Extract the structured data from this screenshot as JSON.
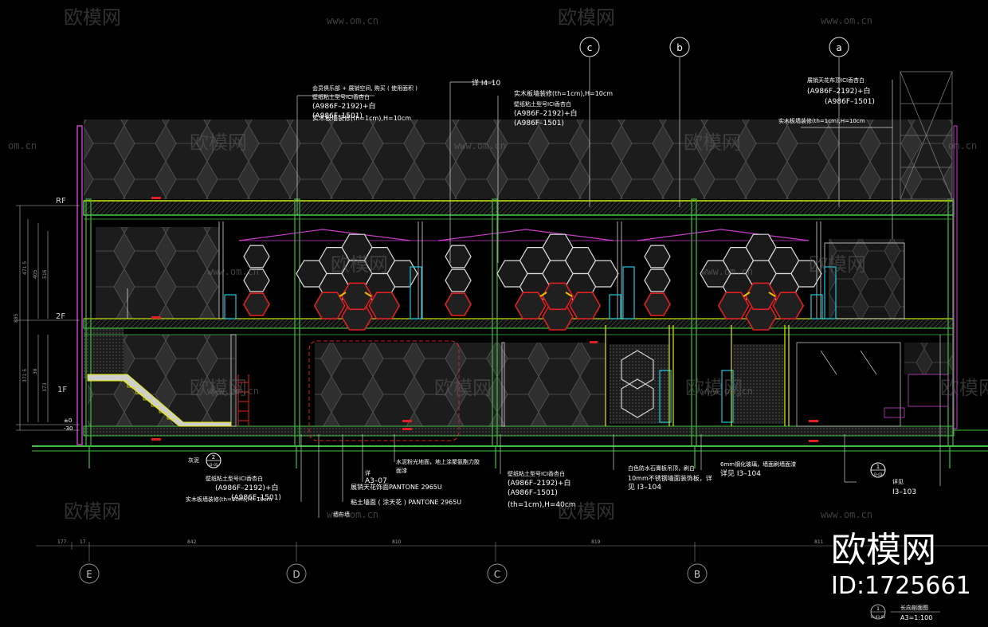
{
  "watermark": {
    "brand": "欧模网",
    "url": "www.om.cn",
    "url_short": "om.cn"
  },
  "corner_brand": {
    "name": "欧模网",
    "id": "ID:1725661"
  },
  "levels": {
    "roof": "RF",
    "second": "2F",
    "first": "1F",
    "first_elev": "±0",
    "ground_elev": "-30"
  },
  "grid_top": [
    "c",
    "b",
    "a"
  ],
  "grid_bottom": [
    "E",
    "D",
    "C",
    "B"
  ],
  "dimensions_bottom": [
    "177",
    "17",
    "842",
    "810",
    "819",
    "811"
  ],
  "dimensions_left": [
    "471 5",
    "405",
    "516",
    "885",
    "371 5",
    "38",
    "373"
  ],
  "annotations": {
    "top_a1": "会员俱乐部 + 展销空间, 购买 ( 使用面积 )",
    "top_a2": "壁纸粘土型号ICI香杏白",
    "top_a3": "(A986F–2192)+白",
    "top_a4": "(A986F–1501)",
    "top_a5": "实木板墙装修(th=1cm),H=10cm",
    "top_b1": "详 I4–10",
    "top_b2": "实木板墙装修(th=1cm),H=10cm",
    "top_b3": "壁纸粘土型号ICI香杏白",
    "top_b4": "(A986F–2192)+白",
    "top_b5": "(A986F–1501)",
    "top_c1": "展销天花布顶ICI香杏白",
    "top_c2": "(A986F–2192)+白",
    "top_c3": "(A986F–1501)",
    "top_c4": "实木板墙装修(th=1cm),H=10cm",
    "bot_a0": "灰泥",
    "bot_a1": "壁纸粘土型号ICI香杏白",
    "bot_a2": "(A986F–2192)+白",
    "bot_a3": "(A986F–1501)",
    "bot_a4": "实木板墙装修(th=1cm),H=10cm",
    "bot_b1": "详",
    "bot_b2": "A3–07",
    "bot_b3": "展销天花饰面PANTONE 2965U",
    "bot_b4": "粘土墙面 ( 涂天花 ) PANTONE 2965U",
    "bot_b5": "墙布墙",
    "bot_b6": "水泥粉光地面，地上涂聚氨酯力胶",
    "bot_b7": "面漆",
    "bot_c1": "壁纸粘土型号ICI香杏白",
    "bot_c2": "(A986F–2192)+白",
    "bot_c3": "(A986F–1501)",
    "bot_c4": "(th=1cm),H=40cm",
    "bot_d1": "白色防水石膏板吊顶，刷白",
    "bot_d2": "10mm不锈钢墙面装饰板，详",
    "bot_d3": "见 I3–104",
    "bot_e1": "6mm钢化玻璃，墙面刷墙面漆",
    "bot_e2": "详见 I3–104",
    "bot_e3": "详见",
    "bot_e4": "I3–103"
  },
  "section_marks": {
    "left_num": "2",
    "left_ref": "I3–05",
    "right_num": "1",
    "right_ref": "I3–03"
  },
  "title_block": {
    "num": "1",
    "ref": "I3–03–03",
    "title": "长向剖面图",
    "scale": "A3=1:100"
  },
  "colors": {
    "green": "#3fbf3f",
    "yellow": "#e8e800",
    "magenta": "#c83cc8",
    "red": "#e02020",
    "cyan": "#20c8e0",
    "white": "#ffffff",
    "gray": "#2e2e2e"
  }
}
